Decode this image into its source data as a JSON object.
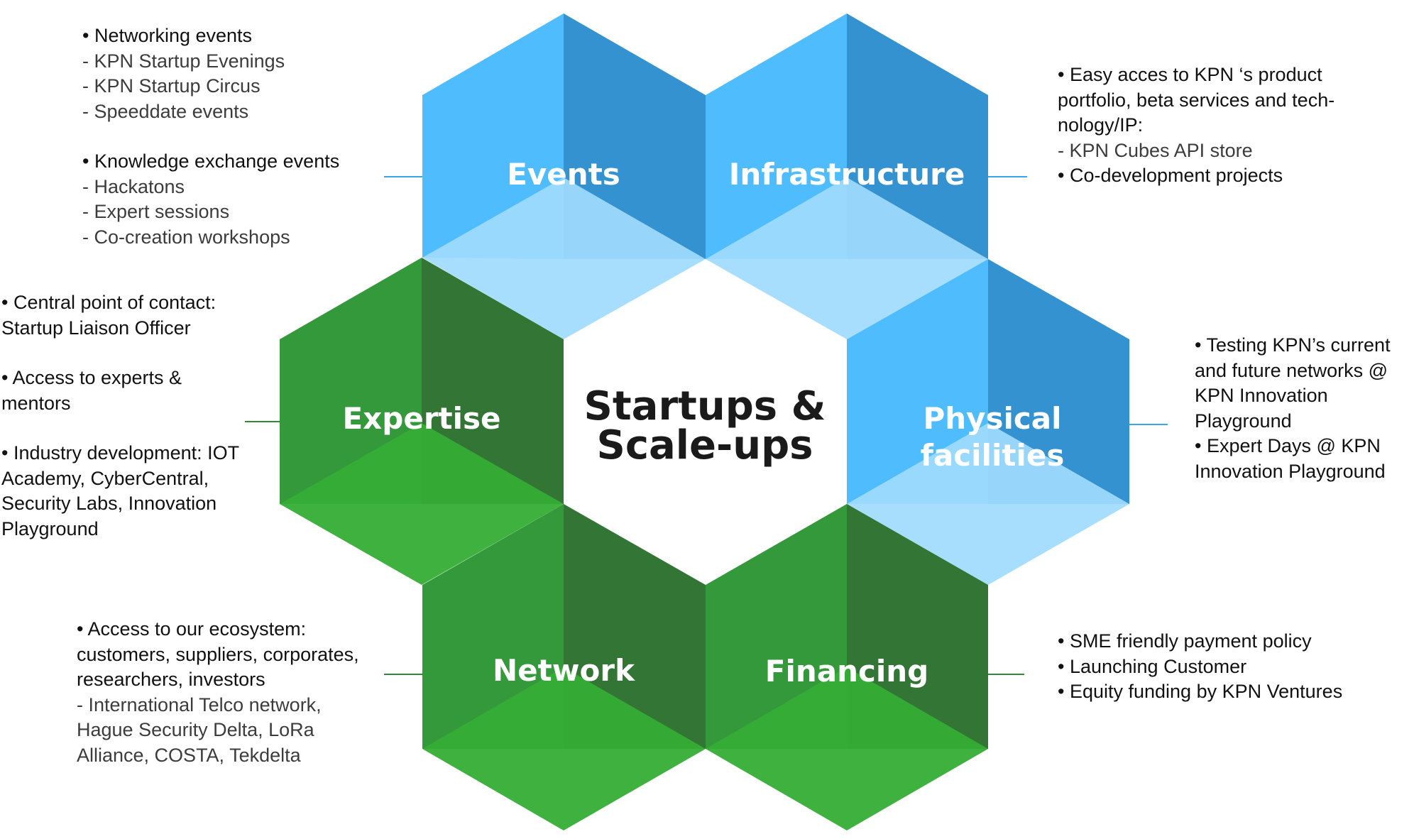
{
  "center": {
    "line1": "Startups &",
    "line2": "Scale-ups"
  },
  "colors": {
    "blue_left": "#4fbdfd",
    "blue_right": "#3592d0",
    "blue_top": "#9fdbfe",
    "green_left": "#34993a",
    "green_right": "#337535",
    "green_top": "#35ad35",
    "blue_connector": "#3aa6e6",
    "green_connector": "#2f8a35"
  },
  "cubes": {
    "events": {
      "label": "Events",
      "theme": "blue"
    },
    "infrastructure": {
      "label": "Infrastructure",
      "theme": "blue"
    },
    "physical": {
      "label_line1": "Physical",
      "label_line2": "facilities",
      "theme": "blue"
    },
    "expertise": {
      "label": "Expertise",
      "theme": "green"
    },
    "network": {
      "label": "Network",
      "theme": "green"
    },
    "financing": {
      "label": "Financing",
      "theme": "green"
    }
  },
  "blocks": {
    "events": [
      {
        "text": "• Networking events",
        "kind": "bullet"
      },
      {
        "text": "- KPN Startup Evenings",
        "kind": "sub"
      },
      {
        "text": "- KPN Startup Circus",
        "kind": "sub"
      },
      {
        "text": "- Speeddate events",
        "kind": "sub"
      },
      {
        "text": "",
        "kind": "gap"
      },
      {
        "text": "• Knowledge exchange events",
        "kind": "bullet"
      },
      {
        "text": "- Hackatons",
        "kind": "sub"
      },
      {
        "text": "- Expert sessions",
        "kind": "sub"
      },
      {
        "text": "- Co-creation workshops",
        "kind": "sub"
      }
    ],
    "infrastructure": [
      {
        "text": "• Easy acces to KPN ‘s product",
        "kind": "bullet"
      },
      {
        "text": "portfolio, beta services and tech-",
        "kind": "bullet"
      },
      {
        "text": "nology/IP:",
        "kind": "bullet"
      },
      {
        "text": "- KPN Cubes API store",
        "kind": "sub"
      },
      {
        "text": "• Co-development projects",
        "kind": "bullet"
      }
    ],
    "expertise": [
      {
        "text": "• Central point of contact:",
        "kind": "bullet"
      },
      {
        "text": "Startup Liaison Officer",
        "kind": "bullet"
      },
      {
        "text": "",
        "kind": "gap"
      },
      {
        "text": "• Access to experts &",
        "kind": "bullet"
      },
      {
        "text": "mentors",
        "kind": "bullet"
      },
      {
        "text": "",
        "kind": "gap"
      },
      {
        "text": "• Industry development: IOT",
        "kind": "bullet"
      },
      {
        "text": "Academy, CyberCentral,",
        "kind": "bullet"
      },
      {
        "text": "Security Labs, Innovation",
        "kind": "bullet"
      },
      {
        "text": "Playground",
        "kind": "bullet"
      }
    ],
    "physical": [
      {
        "text": "• Testing KPN’s current",
        "kind": "bullet"
      },
      {
        "text": "and future networks @",
        "kind": "bullet"
      },
      {
        "text": "KPN Innovation",
        "kind": "bullet"
      },
      {
        "text": "Playground",
        "kind": "bullet"
      },
      {
        "text": "• Expert Days @ KPN",
        "kind": "bullet"
      },
      {
        "text": "Innovation Playground",
        "kind": "bullet"
      }
    ],
    "network": [
      {
        "text": "• Access to our ecosystem:",
        "kind": "bullet"
      },
      {
        "text": "customers,  suppliers, corporates,",
        "kind": "bullet"
      },
      {
        "text": "researchers, investors",
        "kind": "bullet"
      },
      {
        "text": "- International Telco network,",
        "kind": "sub"
      },
      {
        "text": "Hague Security Delta, LoRa",
        "kind": "sub"
      },
      {
        "text": "Alliance, COSTA, Tekdelta",
        "kind": "sub"
      }
    ],
    "financing": [
      {
        "text": "• SME friendly payment policy",
        "kind": "bullet"
      },
      {
        "text": "• Launching Customer",
        "kind": "bullet"
      },
      {
        "text": "• Equity funding by KPN Ventures",
        "kind": "bullet"
      }
    ]
  }
}
